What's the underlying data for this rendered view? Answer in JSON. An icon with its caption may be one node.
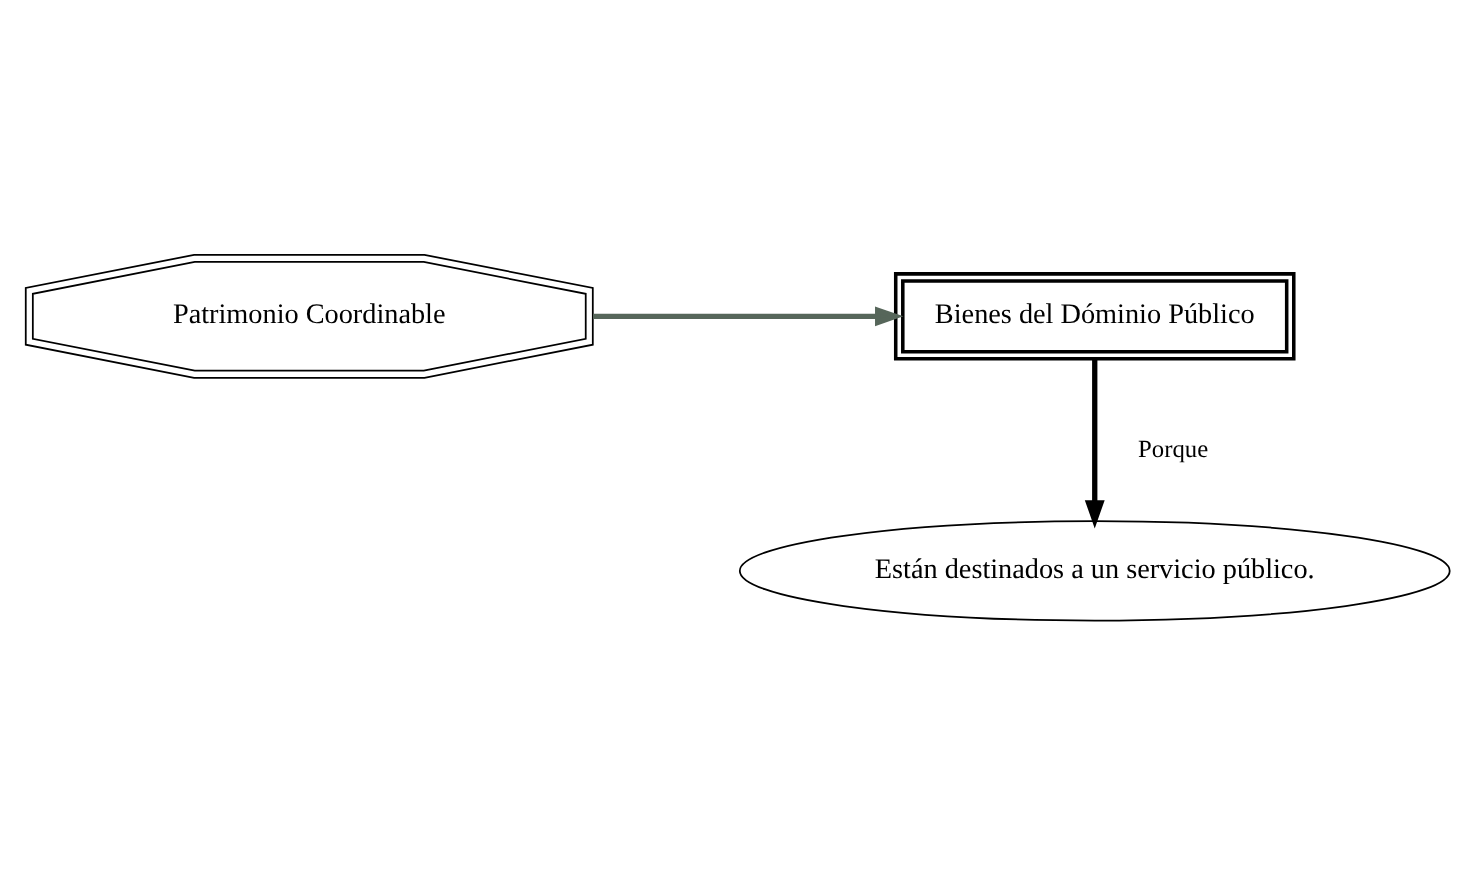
{
  "diagram": {
    "nodes": [
      {
        "text": [
          "Patrimonio Coordinable"
        ]
      },
      {
        "text": [
          "Bienes del Dóminio Público"
        ]
      },
      {
        "text": [
          "Están destinados a un servicio público."
        ]
      }
    ],
    "edges": [
      {
        "from": 0,
        "to": 1,
        "arrow": "to",
        "color": "#56665a"
      },
      {
        "from": 1,
        "to": 2,
        "arrow": "to",
        "color": "#000000",
        "label": "Porque"
      }
    ]
  }
}
